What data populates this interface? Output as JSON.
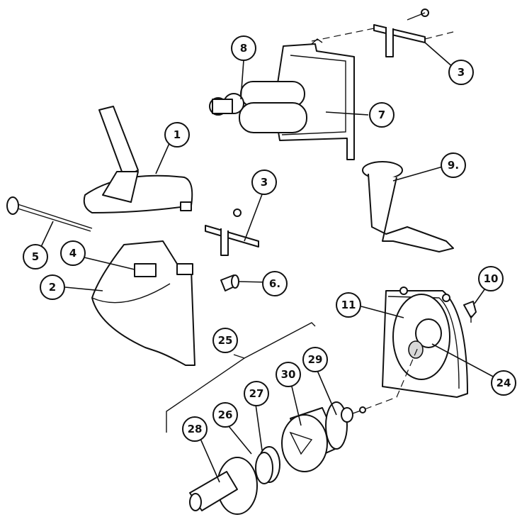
{
  "labels": {
    "c1": "1",
    "c2": "2",
    "c3a": "3",
    "c3b": "3",
    "c4": "4",
    "c5": "5",
    "c6": "6.",
    "c7": "7",
    "c8": "8",
    "c9": "9.",
    "c10": "10",
    "c11": "11",
    "c24": "24",
    "c25": "25",
    "c26": "26",
    "c27": "27",
    "c28": "28",
    "c29": "29",
    "c30": "30"
  }
}
